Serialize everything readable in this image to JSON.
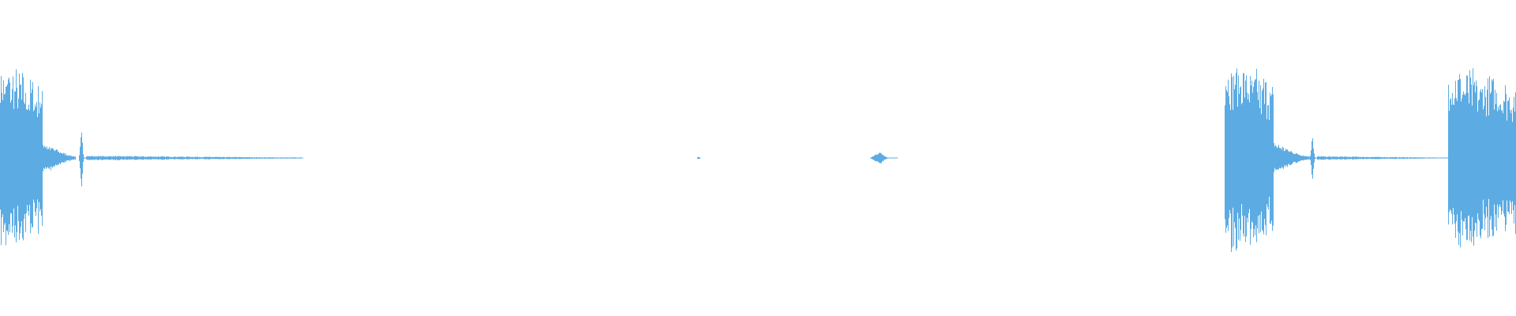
{
  "waveform": {
    "color": "#5DABE3",
    "background": "#FFFFFF",
    "duration_s": 1.0,
    "events": [
      {
        "start": 0.0,
        "end": 0.028,
        "peak": 1.0,
        "kind": "burst"
      },
      {
        "start": 0.028,
        "end": 0.05,
        "peak": 0.18,
        "kind": "decay"
      },
      {
        "start": 0.052,
        "end": 0.057,
        "peak": 0.3,
        "kind": "click"
      },
      {
        "start": 0.057,
        "end": 0.2,
        "peak": 0.025,
        "kind": "tail"
      },
      {
        "start": 0.46,
        "end": 0.462,
        "peak": 0.01,
        "kind": "blip"
      },
      {
        "start": 0.574,
        "end": 0.592,
        "peak": 0.07,
        "kind": "click"
      },
      {
        "start": 0.808,
        "end": 0.84,
        "peak": 1.05,
        "kind": "burst"
      },
      {
        "start": 0.84,
        "end": 0.864,
        "peak": 0.18,
        "kind": "decay"
      },
      {
        "start": 0.864,
        "end": 0.869,
        "peak": 0.3,
        "kind": "click"
      },
      {
        "start": 0.869,
        "end": 0.955,
        "peak": 0.02,
        "kind": "tail"
      },
      {
        "start": 0.955,
        "end": 1.0,
        "peak": 1.0,
        "kind": "burst"
      }
    ]
  }
}
